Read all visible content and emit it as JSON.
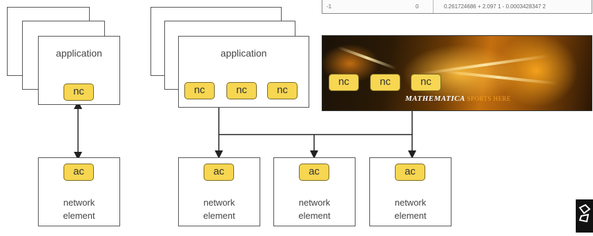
{
  "table_snippet": {
    "cell_left": "-1",
    "cell_mid": "0",
    "cell_right": "0.261724686 + 2.097 1 - 0.0003428347 2"
  },
  "left_app": {
    "title": "application",
    "client_chip": "nc",
    "element_chip": "ac",
    "element_label_1": "network",
    "element_label_2": "element"
  },
  "right_app": {
    "title": "application",
    "client_chips": [
      "nc",
      "nc",
      "nc"
    ],
    "elements": [
      {
        "chip": "ac",
        "label_1": "network",
        "label_2": "element"
      },
      {
        "chip": "ac",
        "label_1": "network",
        "label_2": "element"
      },
      {
        "chip": "ac",
        "label_1": "network",
        "label_2": "element"
      }
    ]
  },
  "banner": {
    "client_chips": [
      "nc",
      "nc",
      "nc"
    ],
    "brand": "MATHEMATICA",
    "brand_tag": "SPORTS HERE"
  },
  "colors": {
    "chip_fill": "#f7d651",
    "chip_border": "#7a6a25",
    "line": "#333333"
  }
}
